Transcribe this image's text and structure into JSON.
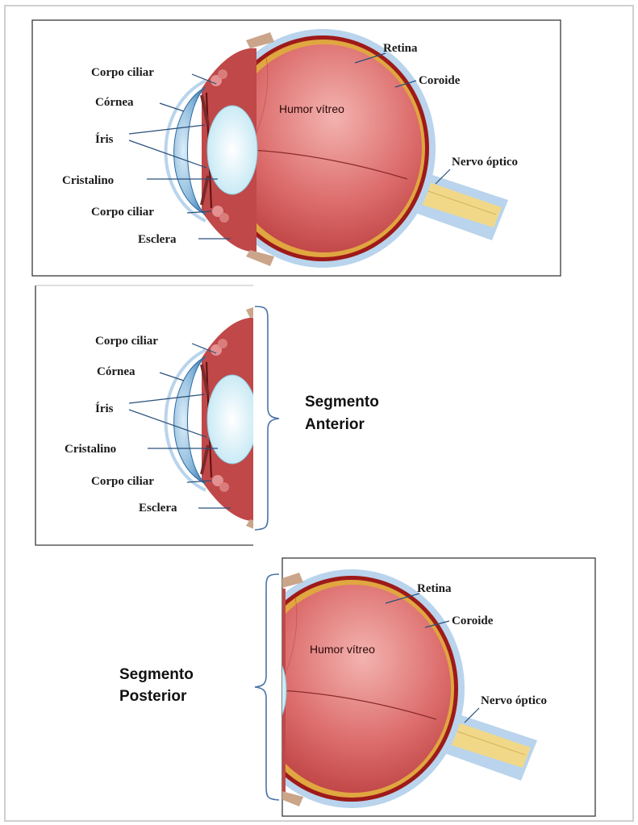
{
  "panels": [
    {
      "id": "full-eye",
      "labels": {
        "corpo_ciliar_top": "Corpo ciliar",
        "cornea": "Córnea",
        "iris": "Íris",
        "cristalino": "Cristalino",
        "corpo_ciliar_bottom": "Corpo ciliar",
        "esclera": "Esclera",
        "retina": "Retina",
        "coroide": "Coroide",
        "nervo_optico": "Nervo óptico",
        "humor_vitreo": "Humor vítreo"
      }
    },
    {
      "id": "anterior-segment",
      "labels": {
        "corpo_ciliar_top": "Corpo ciliar",
        "cornea": "Córnea",
        "iris": "Íris",
        "cristalino": "Cristalino",
        "corpo_ciliar_bottom": "Corpo ciliar",
        "esclera": "Esclera"
      },
      "segment_title": [
        "Segmento",
        "Anterior"
      ]
    },
    {
      "id": "posterior-segment",
      "labels": {
        "retina": "Retina",
        "coroide": "Coroide",
        "nervo_optico": "Nervo óptico",
        "humor_vitreo": "Humor vítreo"
      },
      "segment_title": [
        "Segmento",
        "Posterior"
      ]
    }
  ],
  "colors": {
    "sclera": "#b9d4ec",
    "choroid": "#9e1a1a",
    "retina": "#e0a640",
    "vitreous": "#d35a5a",
    "vitreous_light": "#eea1a1",
    "cornea": "#4f8fc4",
    "lens": "#e8f6fb",
    "nerve": "#f1d889",
    "ciliary": "#d97c7c"
  }
}
